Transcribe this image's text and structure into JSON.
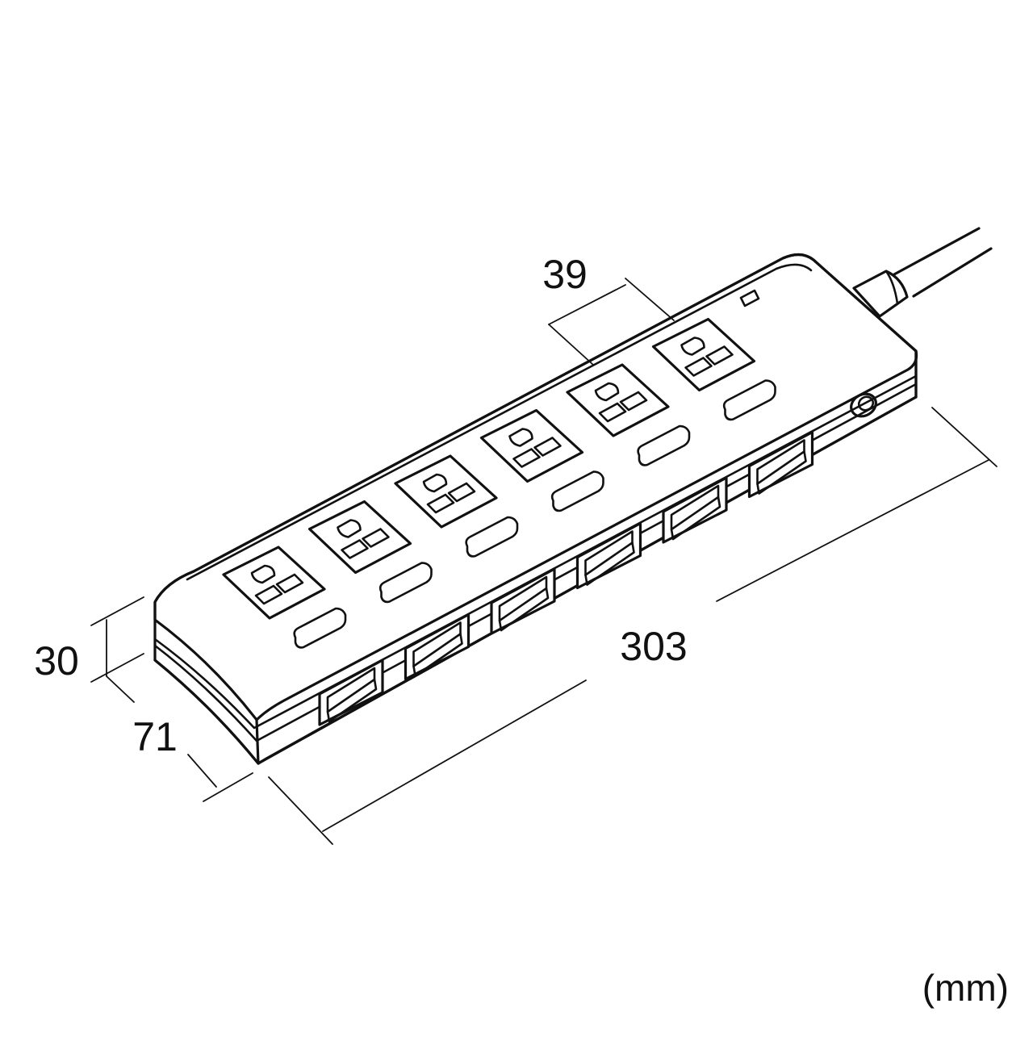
{
  "diagram": {
    "subject": "power-strip-outline",
    "line_color": "#111111",
    "background": "#ffffff",
    "outlet_count": 6,
    "switch_count": 6,
    "dimensions": {
      "outlet_pitch": "39",
      "length": "303",
      "height": "30",
      "width": "71"
    },
    "unit_label": "(mm)"
  }
}
